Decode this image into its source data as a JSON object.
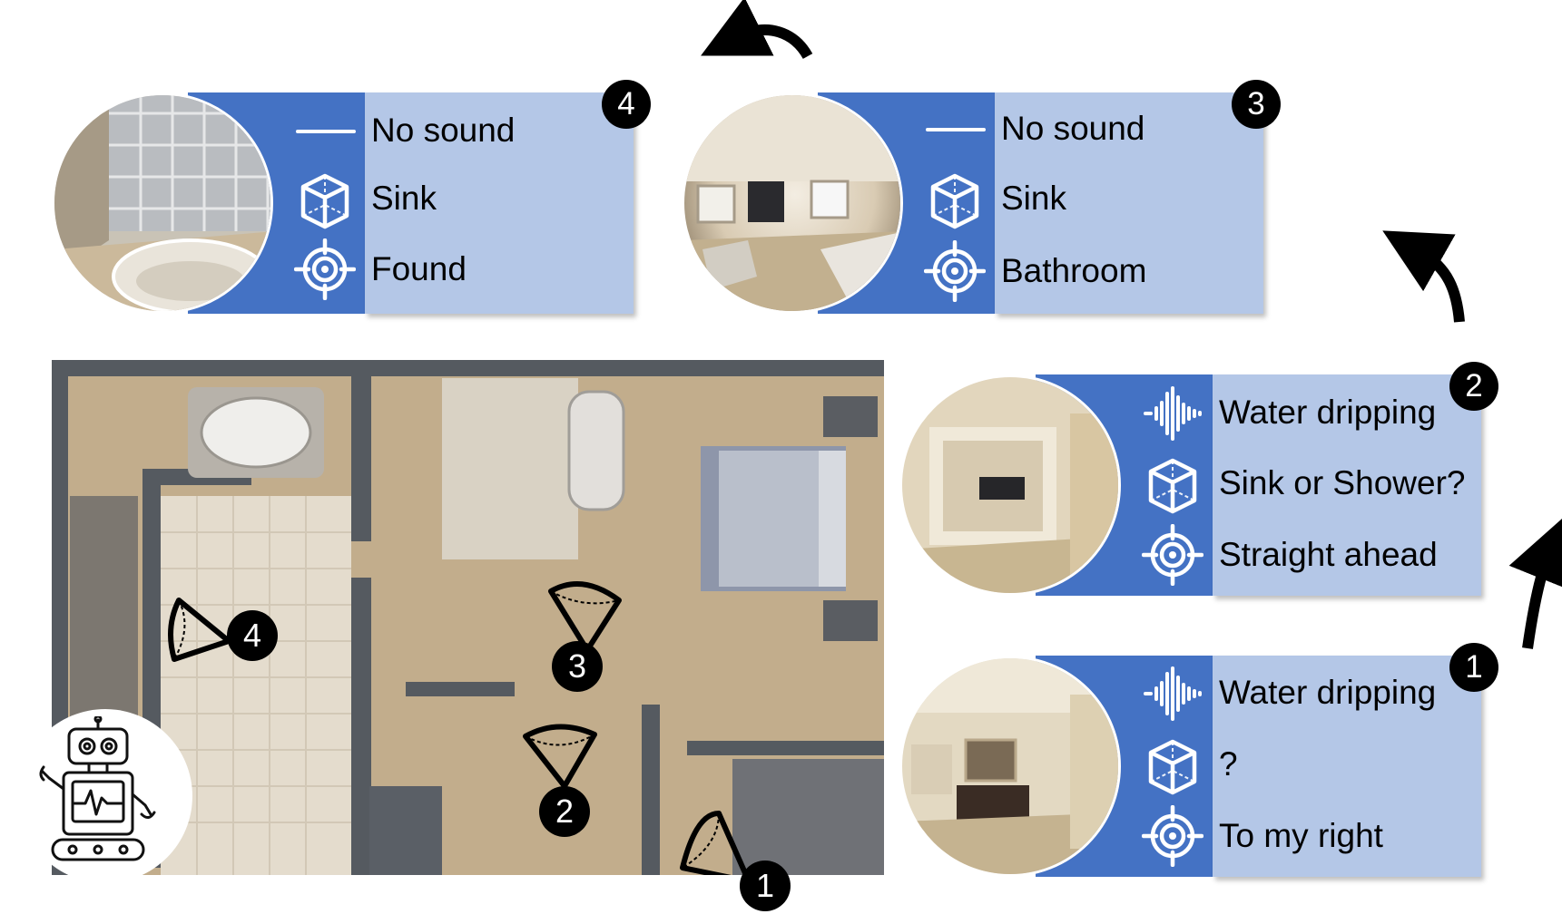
{
  "steps": [
    {
      "number": "1",
      "sound": "Water dripping",
      "object": "?",
      "target": "To my right",
      "sound_icon": "waveform-icon"
    },
    {
      "number": "2",
      "sound": "Water dripping",
      "object": "Sink or Shower?",
      "target": "Straight ahead",
      "sound_icon": "waveform-icon"
    },
    {
      "number": "3",
      "sound": "No sound",
      "object": "Sink",
      "target": "Bathroom",
      "sound_icon": "flat-line-icon"
    },
    {
      "number": "4",
      "sound": "No sound",
      "object": "Sink",
      "target": "Found",
      "sound_icon": "flat-line-icon"
    }
  ],
  "map_markers": [
    "1",
    "2",
    "3",
    "4"
  ],
  "icons": {
    "object": "cube-icon",
    "target": "crosshair-target-icon",
    "agent": "robot-icon"
  },
  "colors": {
    "panel_dark": "#4472c4",
    "panel_light": "#b4c7e7",
    "badge": "#000000"
  }
}
